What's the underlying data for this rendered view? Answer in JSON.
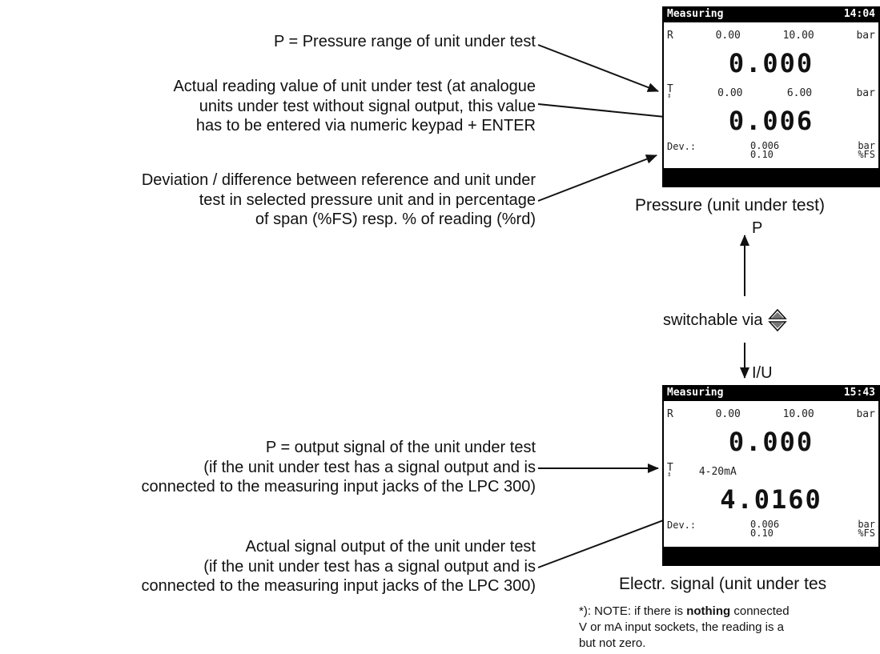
{
  "callouts": {
    "pressure_range": "P = Pressure range of unit under test",
    "actual_reading": "Actual reading value of unit under test (at analogue\nunits under test without signal output, this value\nhas to be entered via numeric keypad + ENTER",
    "deviation": "Deviation / difference between reference and unit under\ntest in selected pressure unit and in percentage\nof span (%FS) resp. % of reading (%rd)",
    "output_signal": "P = output signal of the unit under test\n(if the unit under test has a signal output and is\nconnected to the measuring input jacks of the LPC 300)",
    "actual_signal": "Actual signal output of the unit under test\n(if the unit under test has a signal output and is\nconnected to the measuring input jacks of the LPC 300)"
  },
  "screen_top": {
    "title": "Measuring",
    "time": "14:04",
    "r_label": "R",
    "r_min": "0.00",
    "r_max": "10.00",
    "r_unit": "bar",
    "ref_value": "0.000",
    "t_label": "T",
    "t_min": "0.00",
    "t_max": "6.00",
    "t_unit": "bar",
    "test_value": "0.006",
    "dev_label": "Dev.:",
    "dev_value1": "0.006",
    "dev_value2": "0.10",
    "dev_unit1": "bar",
    "dev_unit2": "%FS",
    "caption": "Pressure (unit under test)"
  },
  "screen_bottom": {
    "title": "Measuring",
    "time": "15:43",
    "r_label": "R",
    "r_min": "0.00",
    "r_max": "10.00",
    "r_unit": "bar",
    "ref_value": "0.000",
    "t_label": "T",
    "t_range": "4-20mA",
    "test_value": "4.0160",
    "dev_label": "Dev.:",
    "dev_value1": "0.006",
    "dev_value2": "0.10",
    "dev_unit1": "bar",
    "dev_unit2": "%FS",
    "caption": "Electr. signal (unit under tes"
  },
  "switch": {
    "label": "switchable via",
    "icon": "up-down-arrow-icon",
    "top_label": "P",
    "bottom_label": "I/U"
  },
  "note": {
    "prefix": "*): NOTE: if there is ",
    "bold": "nothing",
    "suffix": " connected\nV or mA input sockets, the reading is a\nbut not zero."
  }
}
